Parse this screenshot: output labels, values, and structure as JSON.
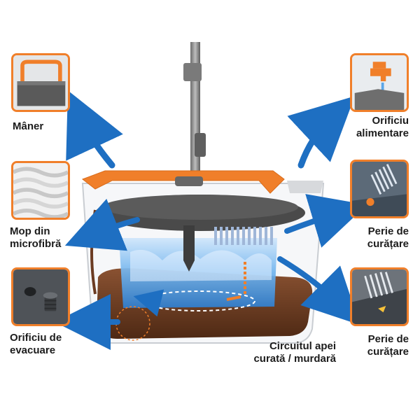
{
  "labels": {
    "handle": "Mâner",
    "inlet_line1": "Orificiu",
    "inlet_line2": "alimentare",
    "mop_line1": "Mop din",
    "mop_line2": "microfibră",
    "brush1_line1": "Perie de",
    "brush1_line2": "curățare",
    "drain_line1": "Orificiu de",
    "drain_line2": "evacuare",
    "brush2_line1": "Perie de",
    "brush2_line2": "curățare",
    "circuit_line1": "Circuitul apei",
    "circuit_line2": "curată / murdară"
  },
  "colors": {
    "accent": "#f07f2a",
    "arrow_blue": "#1e6fc2",
    "clean_water": "#5aa6e8",
    "dirty_water": "#6b3b22",
    "mop_gray": "#4a4a4a",
    "label_text": "#1c1c1c"
  },
  "icons": [
    "handle-icon",
    "faucet-icon",
    "microfiber-icon",
    "brush-icon",
    "drain-plug-icon",
    "brush-detail-icon"
  ]
}
